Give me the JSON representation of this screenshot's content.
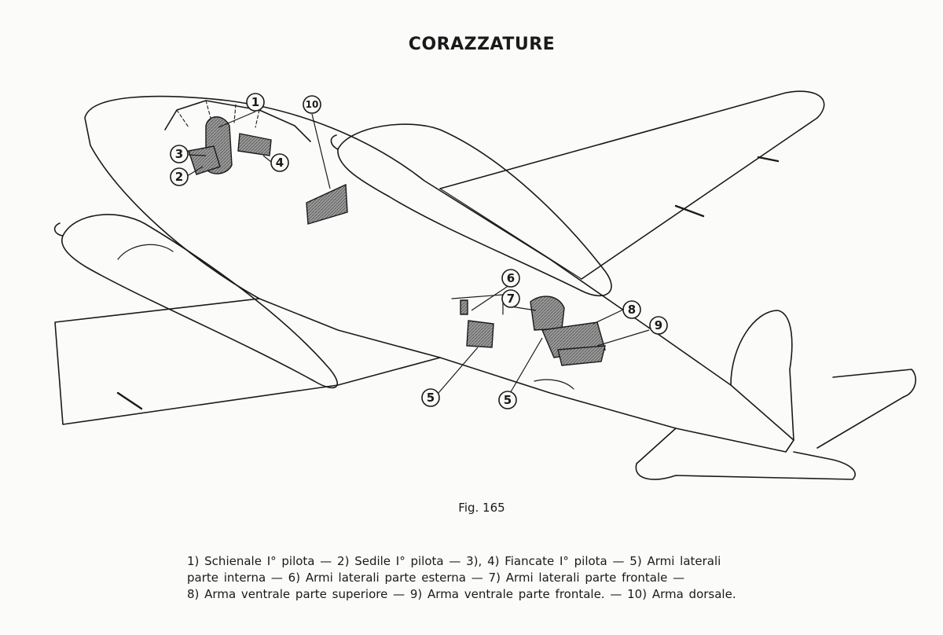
{
  "title": "CORAZZATURE",
  "figure_label": "Fig. 165",
  "callouts": [
    "1",
    "10",
    "3",
    "2",
    "4",
    "6",
    "7",
    "8",
    "9",
    "5",
    "5"
  ],
  "caption_lines": [
    "1) Schienale I° pilota — 2) Sedile I° pilota — 3), 4) Fiancate I° pilota — 5) Armi laterali",
    "parte interna — 6) Armi laterali parte esterna — 7) Armi laterali parte frontale —",
    "8) Arma ventrale parte superiore — 9) Arma ventrale parte frontale. — 10) Arma dorsale."
  ],
  "colors": {
    "line": "#1a1a1a",
    "armor_fill": "#8a8a8a",
    "paper": "#fbfbfa"
  }
}
